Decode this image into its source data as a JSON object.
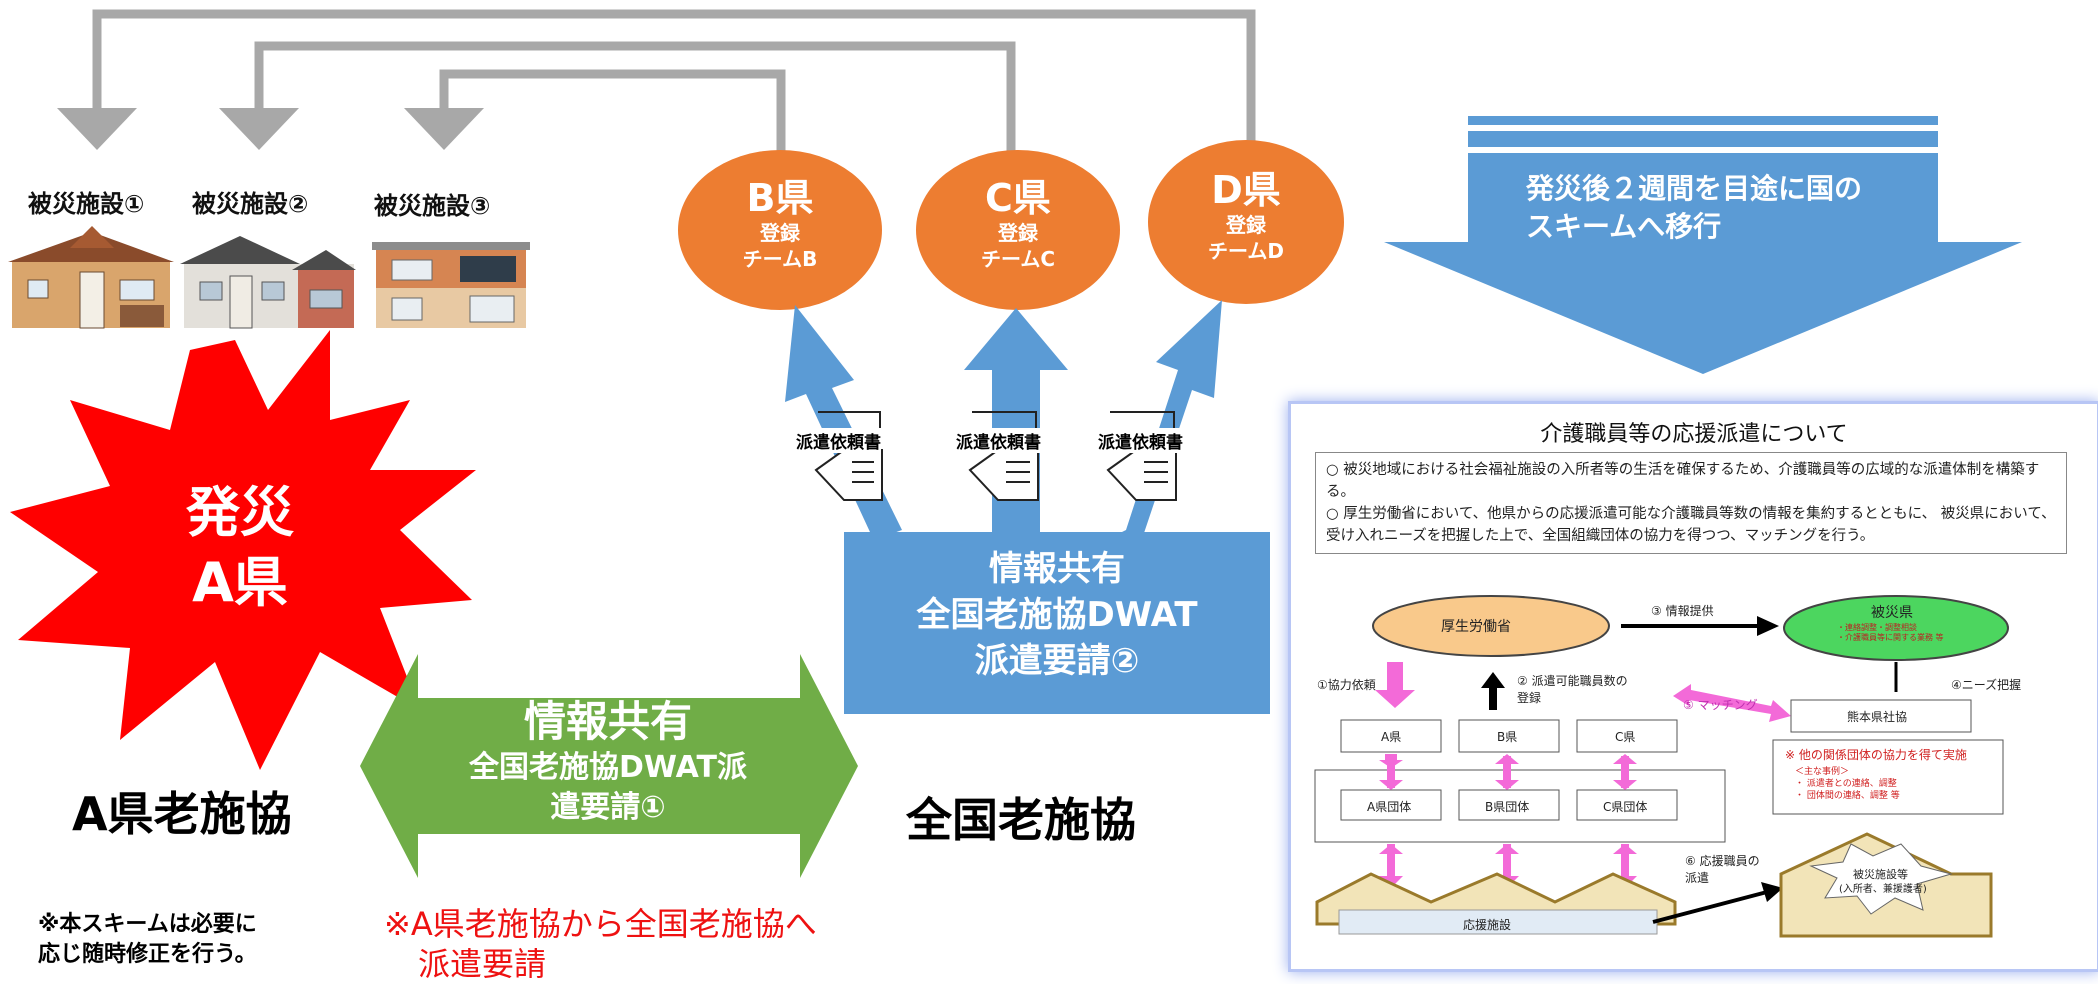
{
  "facilities": [
    {
      "label": "被災施設①"
    },
    {
      "label": "被災施設②"
    },
    {
      "label": "被災施設③"
    }
  ],
  "prefectures": [
    {
      "name": "B県",
      "line1": "登録",
      "line2": "チームB"
    },
    {
      "name": "C県",
      "line1": "登録",
      "line2": "チームC"
    },
    {
      "name": "D県",
      "line1": "登録",
      "line2": "チームD"
    }
  ],
  "dispatch_docs": [
    "派遣依頼書",
    "派遣依頼書",
    "派遣依頼書"
  ],
  "disaster": {
    "line1": "発災",
    "line2": "A県"
  },
  "green_arrow": {
    "line1": "情報共有",
    "line2": "全国老施協DWAT派",
    "line3": "遣要請①"
  },
  "blue_box": {
    "line1": "情報共有",
    "line2": "全国老施協DWAT",
    "line3": "派遣要請②"
  },
  "a_assoc": "A県老施協",
  "national_assoc": "全国老施協",
  "big_arrow": {
    "line1": "発災後２週間を目途に国の",
    "line2": "スキームへ移行"
  },
  "note_left": {
    "line1": "※本スキームは必要に",
    "line2": "応じ随時修正を行う。"
  },
  "note_red": {
    "line1": "※A県老施協から全国老施協へ",
    "line2": "派遣要請"
  },
  "panel": {
    "title": "介護職員等の応援派遣について",
    "bullet1": "○ 被災地域における社会福祉施設の入所者等の生活を確保するため、介護職員等の広域的な派遣体制を構築する。",
    "bullet2": "○ 厚生労働省において、他県からの応援派遣可能な介護職員等数の情報を集約するとともに、 被災県において、受け入れニーズを把握した上で、全国組織団体の協力を得つつ、マッチングを行う。",
    "mhlw": "厚生労働省",
    "info_provide": "③ 情報提供",
    "disaster_pref": "被災県",
    "disaster_pref_sub1": "・連絡調整・調整相談",
    "disaster_pref_sub2": "・介護職員等に関する業務 等",
    "coop_request": "①協力依頼",
    "registration": "② 派遣可能職員数の登録",
    "matching": "⑤ マッチング",
    "needs": "④ニーズ把握",
    "pref_a": "A県",
    "pref_b": "B県",
    "pref_c": "C県",
    "kumamoto": "熊本県社協",
    "group_a": "A県団体",
    "group_b": "B県団体",
    "group_c": "C県団体",
    "other_coop": "※ 他の関係団体の協力を得て実施",
    "other_sub1": "＜主な事例＞",
    "other_sub2": "・ 派遣者との連絡、調整",
    "other_sub3": "・ 団体間の連絡、調整 等",
    "dispatch": "⑥ 応援職員の派遣",
    "support_facility": "応援施設",
    "disaster_facility": "被災施設等",
    "disaster_facility_sub": "(入所者、兼援護者)"
  }
}
